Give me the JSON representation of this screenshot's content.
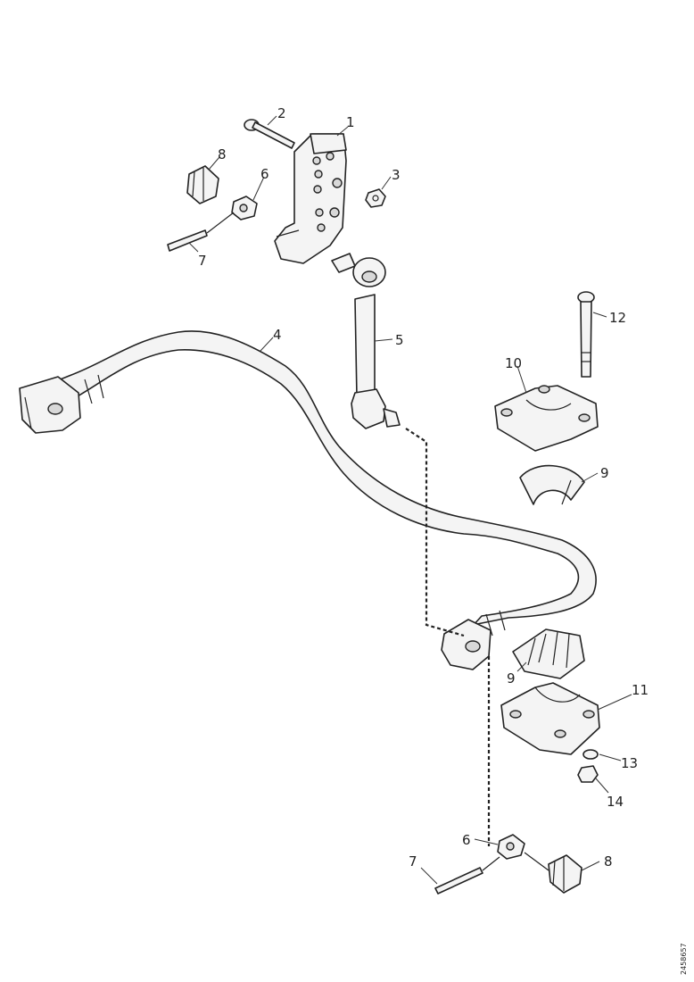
{
  "callouts": {
    "c1": "1",
    "c2": "2",
    "c3": "3",
    "c4": "4",
    "c5": "5",
    "c6_top": "6",
    "c7_top": "7",
    "c8_top": "8",
    "c9_upper": "9",
    "c9_lower": "9",
    "c10": "10",
    "c11": "11",
    "c12": "12",
    "c13": "13",
    "c14": "14",
    "c6_bottom": "6",
    "c7_bottom": "7",
    "c8_bottom": "8"
  },
  "reference_number": "2458657"
}
